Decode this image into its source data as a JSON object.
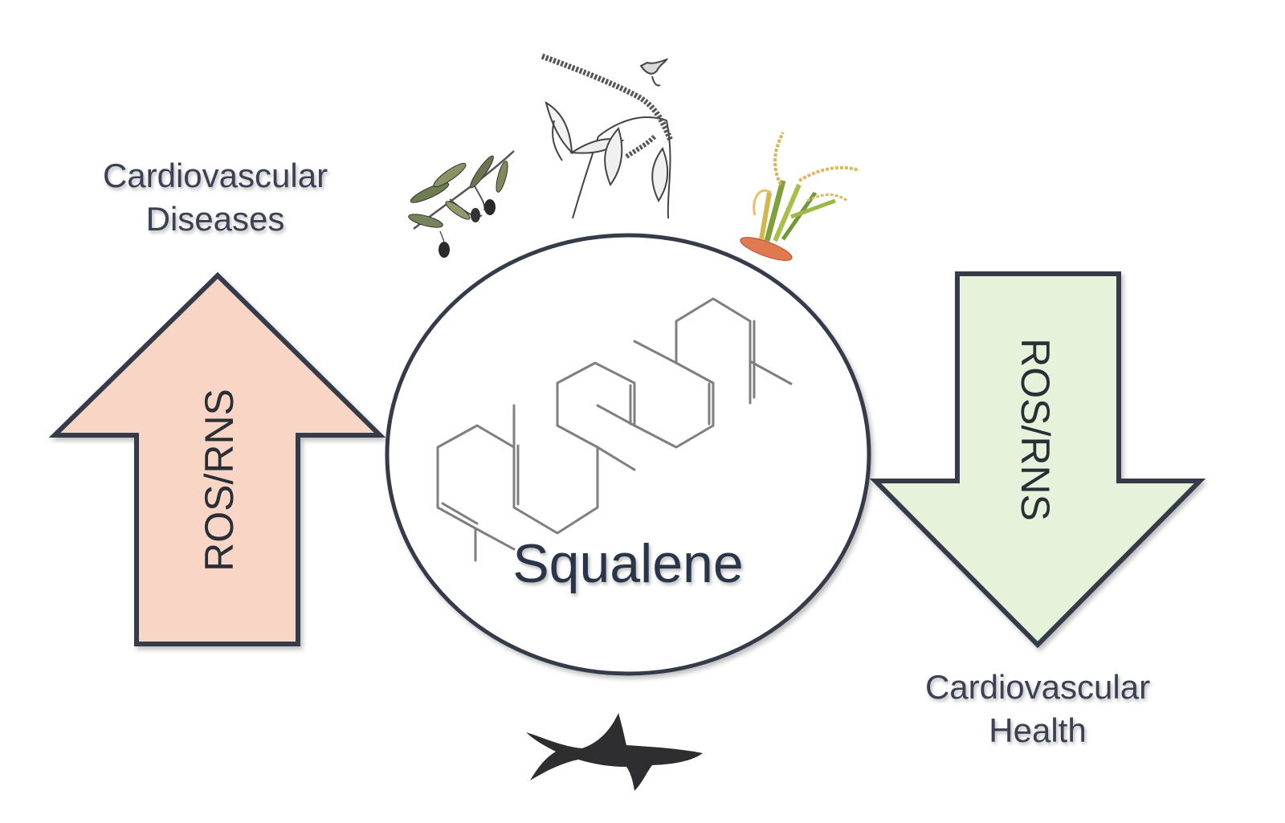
{
  "left_label": {
    "line1": "Cardiovascular",
    "line2": "Diseases"
  },
  "right_label": {
    "line1": "Cardiovascular",
    "line2": "Health"
  },
  "up_arrow": {
    "text": "ROS/RNS",
    "fill": "#f8d5c5"
  },
  "down_arrow": {
    "text": "ROS/RNS",
    "fill": "#e6f2da"
  },
  "center": {
    "title": "Squalene"
  },
  "colors": {
    "outline": "#343a48",
    "text": "#3b3f52",
    "molecule": "#7a7a7a",
    "shark": "#2e2e30"
  },
  "sources": [
    {
      "icon": "olive-branch-icon"
    },
    {
      "icon": "amaranth-plant-icon"
    },
    {
      "icon": "rice-plant-icon"
    },
    {
      "icon": "shark-icon"
    }
  ]
}
